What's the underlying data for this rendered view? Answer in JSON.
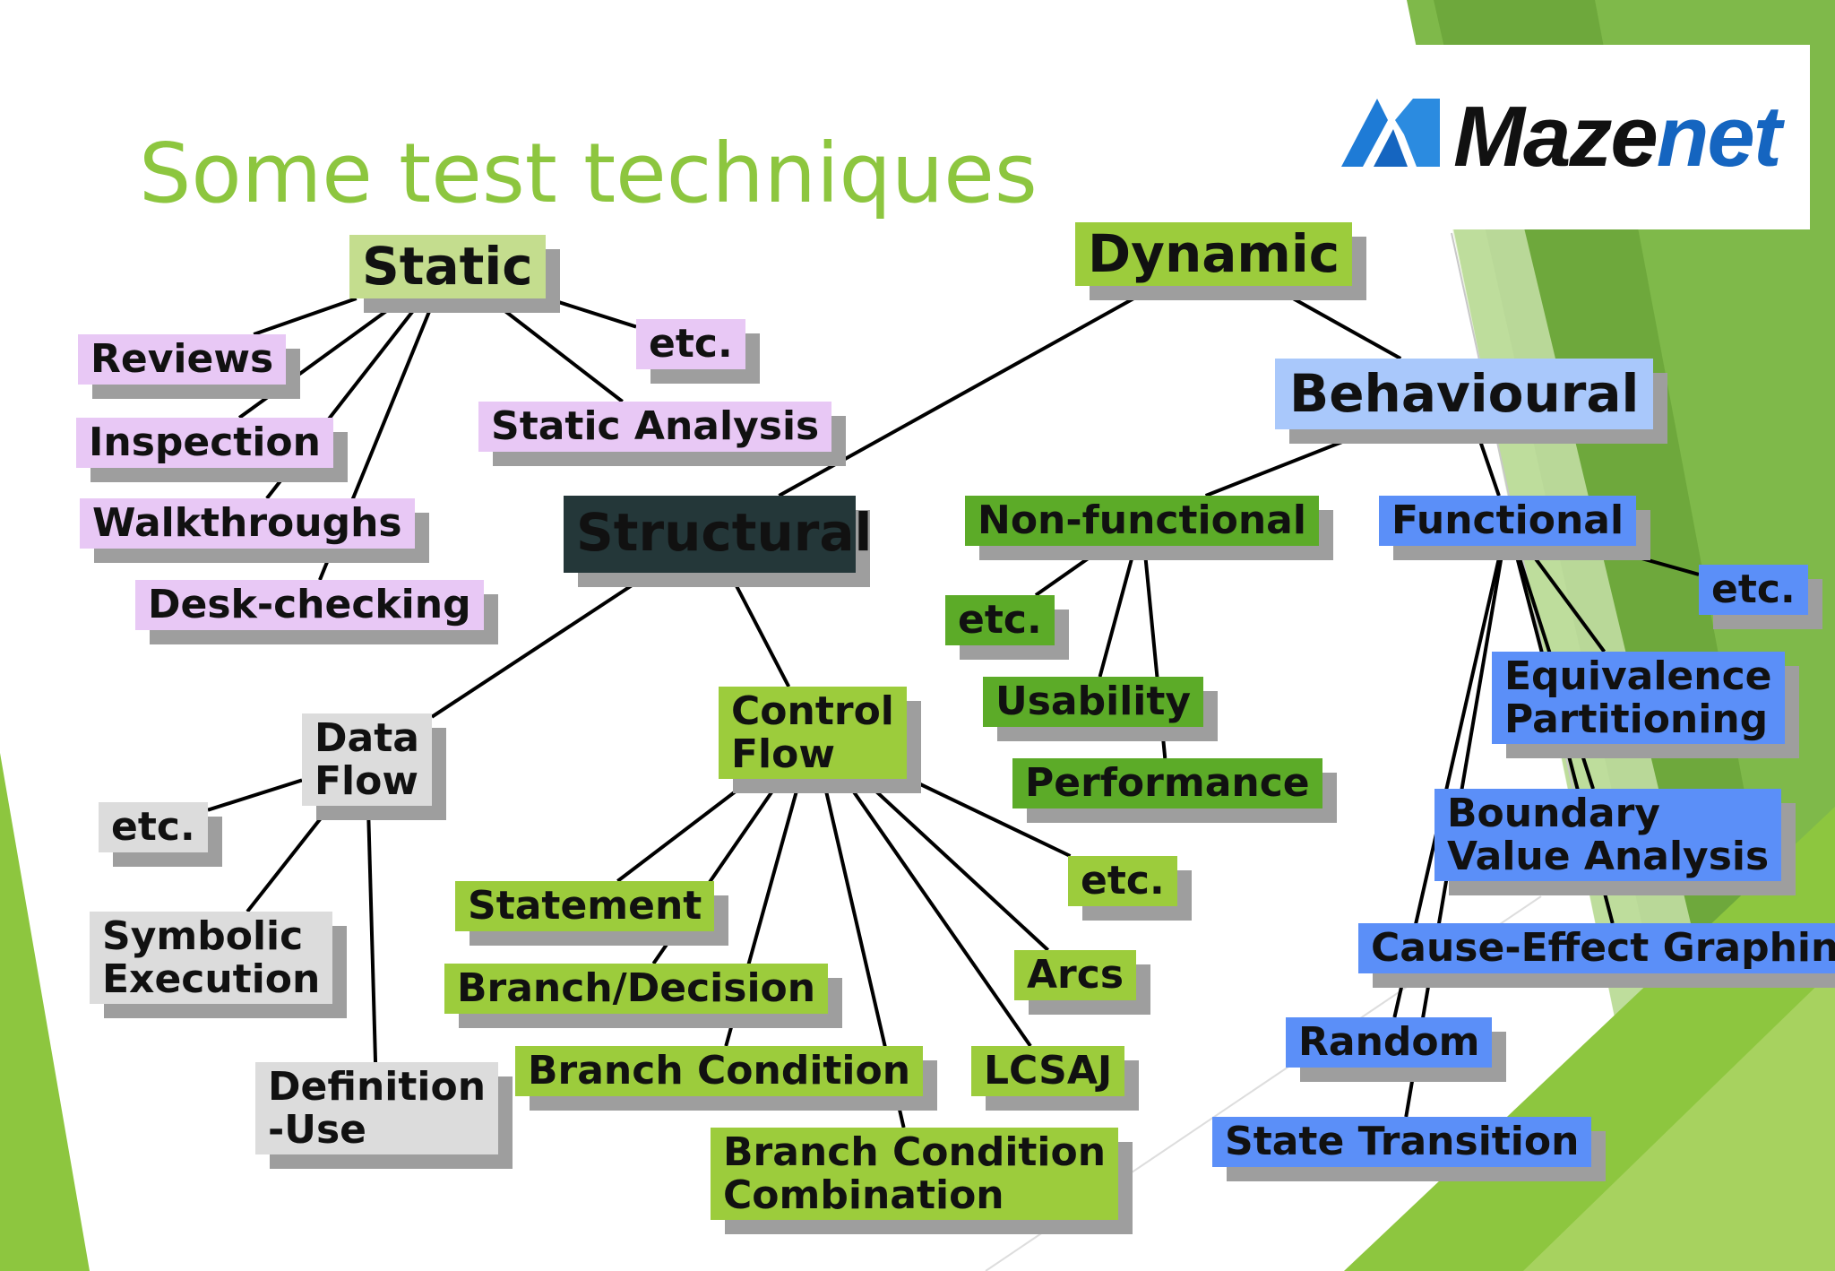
{
  "title": "Some test techniques",
  "logo": {
    "text_main": "Maze",
    "text_accent": "net"
  },
  "colors": {
    "title": "#8dc63f",
    "static": "#c4dd8e",
    "static_children": "#e8c8f5",
    "dynamic": "#9ccc3c",
    "structural": "#243739",
    "data_flow": "#dcdcdc",
    "control_flow": "#9ccc3c",
    "behavioural": "#a9c8fb",
    "functional": "#5b8ff8",
    "non_functional": "#5cab28",
    "shadow": "#9e9e9e",
    "logo_accent": "#1565c0"
  },
  "nodes": {
    "static": "Static",
    "reviews": "Reviews",
    "inspection": "Inspection",
    "walkthroughs": "Walkthroughs",
    "desk_checking": "Desk-checking",
    "static_etc": "etc.",
    "static_analysis": "Static Analysis",
    "dynamic": "Dynamic",
    "structural": "Structural",
    "data_flow": [
      "Data",
      "Flow"
    ],
    "data_flow_etc": "etc.",
    "symbolic_execution": [
      "Symbolic",
      "Execution"
    ],
    "definition_use": [
      "Definition",
      "-Use"
    ],
    "control_flow": [
      "Control",
      "Flow"
    ],
    "statement": "Statement",
    "branch_decision": "Branch/Decision",
    "branch_condition": "Branch Condition",
    "branch_condition_combination": [
      "Branch Condition",
      "Combination"
    ],
    "lcsaj": "LCSAJ",
    "arcs": "Arcs",
    "control_flow_etc": "etc.",
    "behavioural": "Behavioural",
    "non_functional": "Non-functional",
    "non_functional_etc": "etc.",
    "usability": "Usability",
    "performance": "Performance",
    "functional": "Functional",
    "functional_etc": "etc.",
    "equivalence_partitioning": [
      "Equivalence",
      "Partitioning"
    ],
    "boundary_value_analysis": [
      "Boundary",
      "Value Analysis"
    ],
    "cause_effect_graphing": "Cause-Effect Graphing",
    "random": "Random",
    "state_transition": "State Transition"
  },
  "edges": [
    [
      "static",
      "reviews"
    ],
    [
      "static",
      "inspection"
    ],
    [
      "static",
      "walkthroughs"
    ],
    [
      "static",
      "desk_checking"
    ],
    [
      "static",
      "static_analysis"
    ],
    [
      "static",
      "static_etc"
    ],
    [
      "dynamic",
      "structural"
    ],
    [
      "dynamic",
      "behavioural"
    ],
    [
      "structural",
      "data_flow"
    ],
    [
      "structural",
      "control_flow"
    ],
    [
      "data_flow",
      "data_flow_etc"
    ],
    [
      "data_flow",
      "symbolic_execution"
    ],
    [
      "data_flow",
      "definition_use"
    ],
    [
      "control_flow",
      "statement"
    ],
    [
      "control_flow",
      "branch_decision"
    ],
    [
      "control_flow",
      "branch_condition"
    ],
    [
      "control_flow",
      "branch_condition_combination"
    ],
    [
      "control_flow",
      "lcsaj"
    ],
    [
      "control_flow",
      "arcs"
    ],
    [
      "control_flow",
      "control_flow_etc"
    ],
    [
      "behavioural",
      "non_functional"
    ],
    [
      "behavioural",
      "functional"
    ],
    [
      "non_functional",
      "non_functional_etc"
    ],
    [
      "non_functional",
      "usability"
    ],
    [
      "non_functional",
      "performance"
    ],
    [
      "functional",
      "functional_etc"
    ],
    [
      "functional",
      "equivalence_partitioning"
    ],
    [
      "functional",
      "boundary_value_analysis"
    ],
    [
      "functional",
      "cause_effect_graphing"
    ],
    [
      "functional",
      "random"
    ],
    [
      "functional",
      "state_transition"
    ]
  ]
}
